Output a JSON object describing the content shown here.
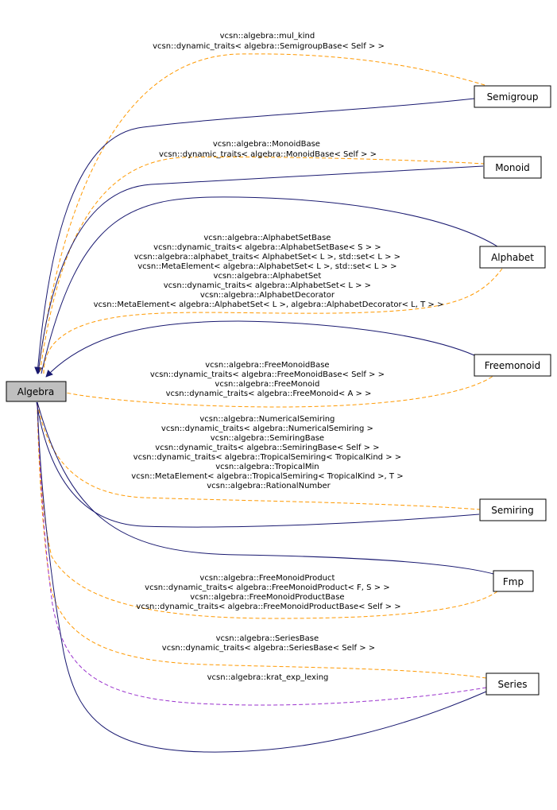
{
  "colors": {
    "inheritance_edge": "#191970",
    "usage_edge": "#ff9900",
    "template_edge": "#9a32cd",
    "focus_node_fill": "#bfbfbf"
  },
  "nodes": {
    "algebra": "Algebra",
    "semigroup": "Semigroup",
    "monoid": "Monoid",
    "alphabet": "Alphabet",
    "freemonoid": "Freemonoid",
    "semiring": "Semiring",
    "fmp": "Fmp",
    "series": "Series"
  },
  "labels": {
    "semigroup": [
      "vcsn::algebra::mul_kind",
      "vcsn::dynamic_traits< algebra::SemigroupBase< Self > >"
    ],
    "monoid": [
      "vcsn::algebra::MonoidBase",
      "vcsn::dynamic_traits< algebra::MonoidBase< Self > >"
    ],
    "alphabet": [
      "vcsn::algebra::AlphabetSetBase",
      "vcsn::dynamic_traits< algebra::AlphabetSetBase< S > >",
      "vcsn::algebra::alphabet_traits< AlphabetSet< L >, std::set< L > >",
      "vcsn::MetaElement< algebra::AlphabetSet< L >, std::set< L > >",
      "vcsn::algebra::AlphabetSet",
      "vcsn::dynamic_traits< algebra::AlphabetSet< L > >",
      "vcsn::algebra::AlphabetDecorator",
      "vcsn::MetaElement< algebra::AlphabetSet< L >, algebra::AlphabetDecorator< L, T > >"
    ],
    "freemonoid": [
      "vcsn::algebra::FreeMonoidBase",
      "vcsn::dynamic_traits< algebra::FreeMonoidBase< Self > >",
      "vcsn::algebra::FreeMonoid",
      "vcsn::dynamic_traits< algebra::FreeMonoid< A > >"
    ],
    "semiring": [
      "vcsn::algebra::NumericalSemiring",
      "vcsn::dynamic_traits< algebra::NumericalSemiring >",
      "vcsn::algebra::SemiringBase",
      "vcsn::dynamic_traits< algebra::SemiringBase< Self > >",
      "vcsn::dynamic_traits< algebra::TropicalSemiring< TropicalKind > >",
      "vcsn::algebra::TropicalMin",
      "vcsn::MetaElement< algebra::TropicalSemiring< TropicalKind >, T >",
      "vcsn::algebra::RationalNumber"
    ],
    "fmp": [
      "vcsn::algebra::FreeMonoidProduct",
      "vcsn::dynamic_traits< algebra::FreeMonoidProduct< F, S > >",
      "vcsn::algebra::FreeMonoidProductBase",
      "vcsn::dynamic_traits< algebra::FreeMonoidProductBase< Self > >"
    ],
    "series": [
      "vcsn::algebra::SeriesBase",
      "vcsn::dynamic_traits< algebra::SeriesBase< Self > >"
    ],
    "series_purple": [
      "vcsn::algebra::krat_exp_lexing"
    ]
  }
}
